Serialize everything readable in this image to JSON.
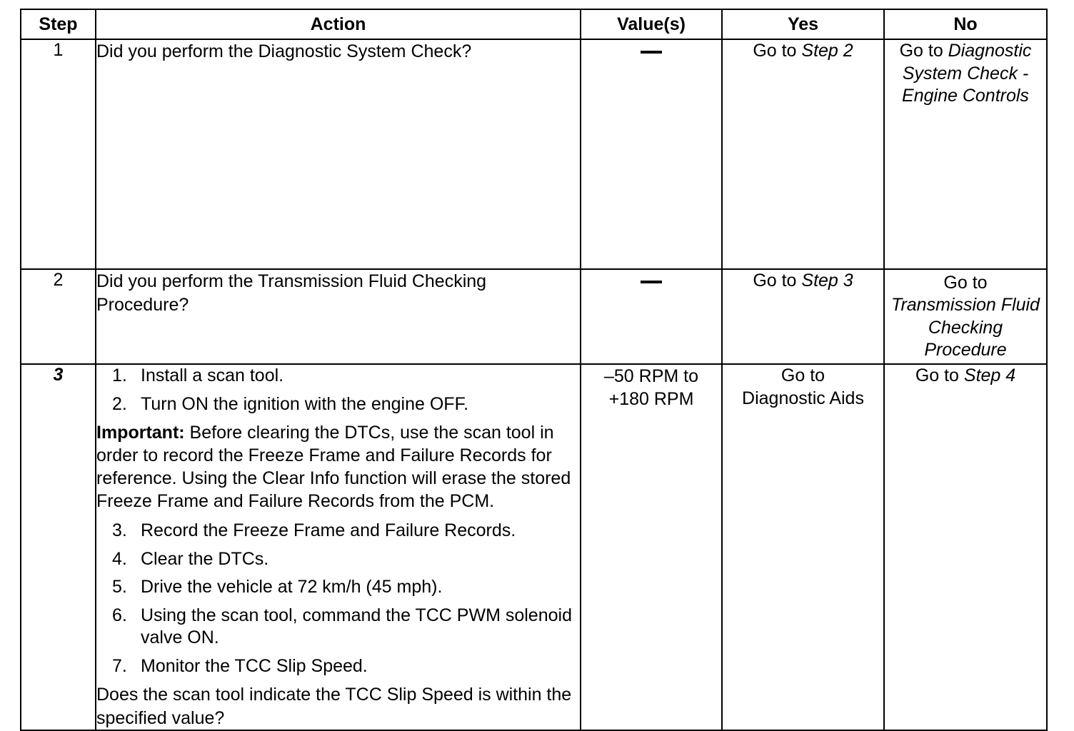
{
  "table": {
    "headers": {
      "step": "Step",
      "action": "Action",
      "values": "Value(s)",
      "yes": "Yes",
      "no": "No"
    },
    "rows": [
      {
        "step": "1",
        "step_italic": false,
        "action_question": "Did you perform the Diagnostic System Check?",
        "value": "—",
        "value_is_dash": true,
        "yes": {
          "prefix": "Go to ",
          "target": "Step 2"
        },
        "no": {
          "prefix": "Go to ",
          "target": "Diagnostic System Check - Engine Controls"
        }
      },
      {
        "step": "2",
        "step_italic": false,
        "action_question": "Did you perform the Transmission Fluid Checking Procedure?",
        "value": "—",
        "value_is_dash": true,
        "yes": {
          "prefix": "Go to ",
          "target": "Step 3"
        },
        "no": {
          "prefix": "Go to",
          "target": "Transmission Fluid Checking Procedure"
        }
      },
      {
        "step": "3",
        "step_italic": true,
        "steps_list": [
          {
            "num": "1.",
            "text": "Install a scan tool."
          },
          {
            "num": "2.",
            "text": "Turn ON the ignition with the engine OFF."
          }
        ],
        "important": {
          "lead": "Important:",
          "text": " Before clearing the DTCs, use the scan tool in order to record the Freeze Frame and Failure Records for reference. Using the Clear Info function will erase the stored Freeze Frame and Failure Records from the PCM."
        },
        "steps_list_2": [
          {
            "num": "3.",
            "text": "Record the Freeze Frame and Failure Records."
          },
          {
            "num": "4.",
            "text": "Clear the DTCs."
          },
          {
            "num": "5.",
            "text": "Drive the vehicle at 72 km/h (45 mph)."
          },
          {
            "num": "6.",
            "text": "Using the scan tool, command the TCC PWM solenoid valve ON."
          },
          {
            "num": "7.",
            "text": "Monitor the TCC Slip Speed."
          }
        ],
        "action_question": "Does the scan tool indicate the TCC Slip Speed is within the specified value?",
        "value_line_1": "–50 RPM to",
        "value_line_2": "+180 RPM",
        "value_is_dash": false,
        "yes": {
          "prefix": "Go to",
          "target": "Diagnostic Aids"
        },
        "no": {
          "prefix": "Go to ",
          "target": "Step 4"
        }
      }
    ]
  },
  "colors": {
    "border": "#000000",
    "text": "#000000",
    "background": "#ffffff"
  }
}
